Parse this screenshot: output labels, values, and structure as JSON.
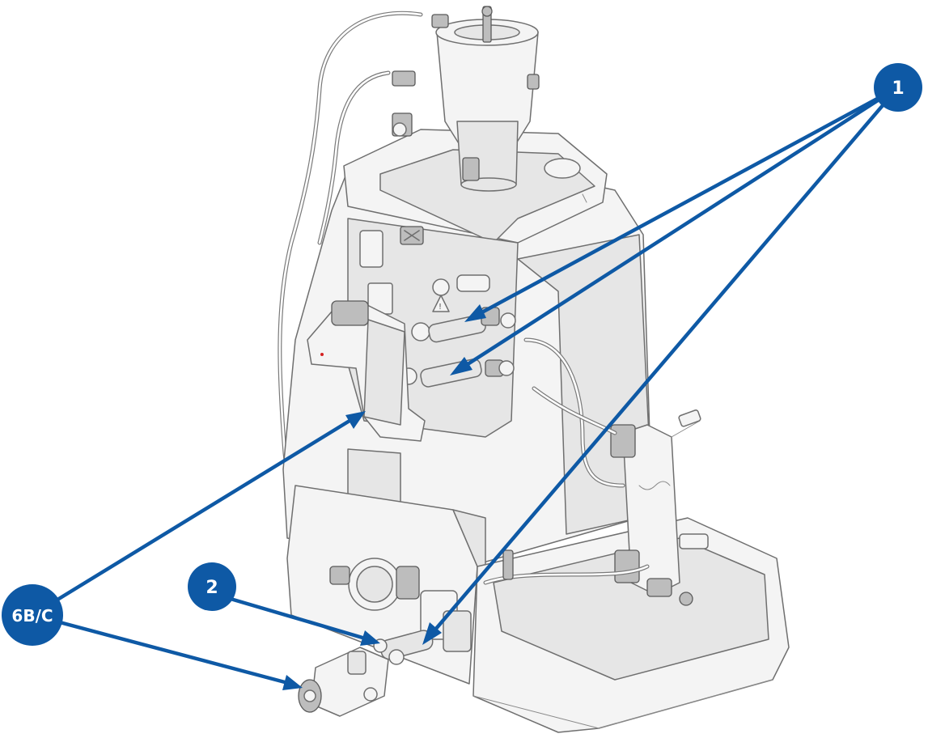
{
  "callouts": [
    {
      "id": "1",
      "label": "1"
    },
    {
      "id": "2",
      "label": "2"
    },
    {
      "id": "6bc",
      "label": "6B/C"
    }
  ],
  "colors": {
    "callout_fill": "#0e59a5",
    "callout_text": "#ffffff",
    "arrow": "#0e59a5",
    "line_art": "#6f6f6f"
  }
}
